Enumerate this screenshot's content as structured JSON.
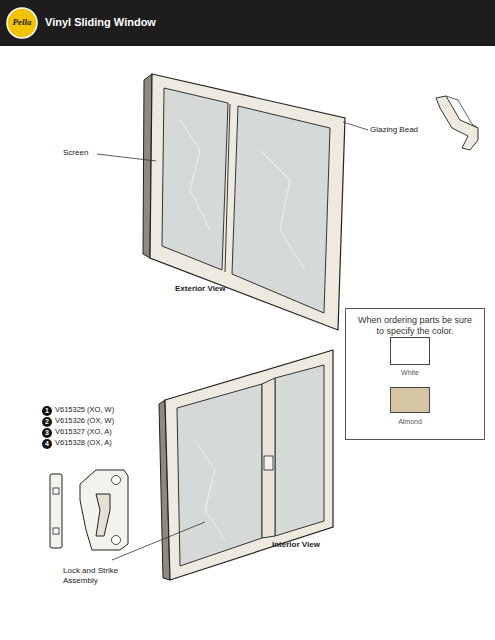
{
  "diagram": {
    "title": "Vinyl Sliding Window",
    "nodes": [
      {
        "text": [
          "When ordering parts be sure to specify the color."
        ]
      }
    ],
    "labels": [
      "Pella",
      "Screen",
      "Glazing Bead",
      "Exterior View",
      "1",
      "V615325 (XO, W)",
      "2",
      "V615326 (OX, W)",
      "3",
      "V615327 (XO, A)",
      "4",
      "V615328 (OX, A)",
      "Interior View",
      "Lock and Strike Assembly"
    ],
    "legend": [
      {
        "text": "White",
        "color": "#ffffff"
      },
      {
        "text": "Almond",
        "color": "#d5c5a3"
      }
    ]
  }
}
